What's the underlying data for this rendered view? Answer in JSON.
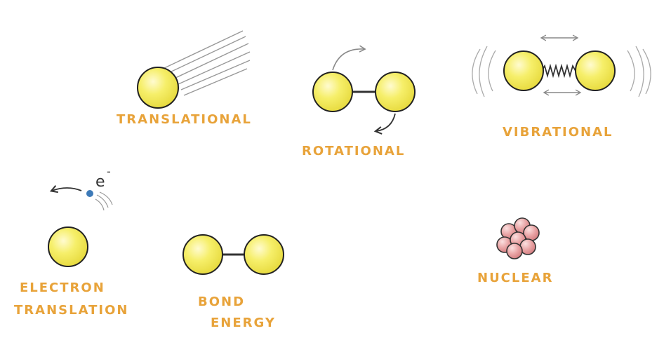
{
  "labels": {
    "translational": "Translational",
    "rotational": "Rotational",
    "vibrational": "Vibrational",
    "electron_translation_line1": "Electron",
    "electron_translation_line2": "Translation",
    "bond_energy_line1": "Bond",
    "bond_energy_line2": "Energy",
    "nuclear": "Nuclear",
    "electron_symbol": "e",
    "electron_charge": "-"
  },
  "colors": {
    "sphere_fill": "#f3ec5c",
    "sphere_highlight": "#fffbd0",
    "label_orange": "#e8a33a",
    "electron_blue": "#3d7ab8",
    "nucleon_pink": "#e48e90"
  }
}
